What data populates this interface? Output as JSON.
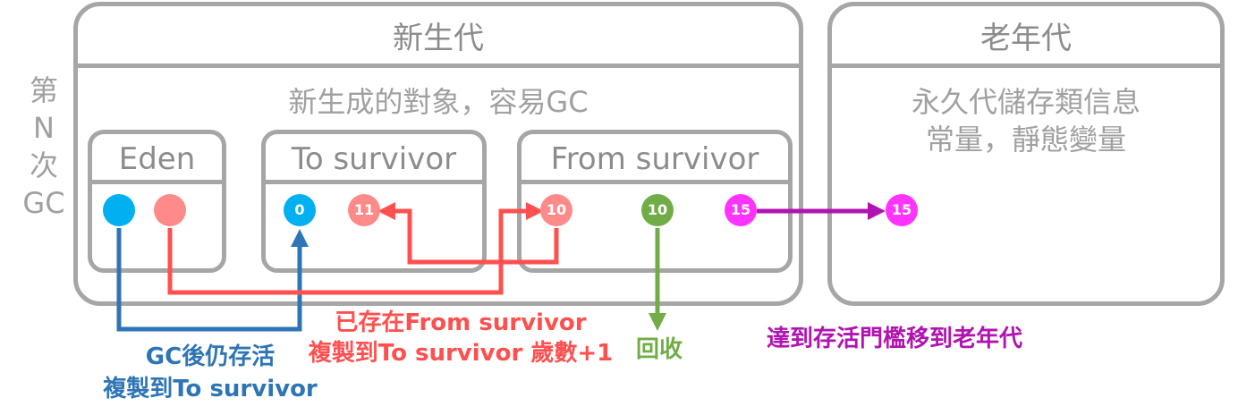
{
  "young_gen": {
    "title": "新生代",
    "subtitle": "新生成的對象，容易GC"
  },
  "old_gen": {
    "title": "老年代",
    "subtitle_line1": "永久代儲存類信息",
    "subtitle_line2": "常量，靜態變量"
  },
  "side_label": [
    "第",
    "N",
    "次",
    "GC"
  ],
  "spaces": {
    "eden": "Eden",
    "to_survivor": "To survivor",
    "from_survivor": "From survivor"
  },
  "objects": {
    "to_age0": "0",
    "to_age11": "11",
    "from_age10_red": "10",
    "from_age10_green": "10",
    "from_age15": "15",
    "old_age15": "15"
  },
  "captions": {
    "blue_line1": "GC後仍存活",
    "blue_line2": "複製到To survivor",
    "red_line1": "已存在From survivor",
    "red_line2": "複製到To survivor 歲數+1",
    "green": "回收",
    "magenta": "達到存活門檻移到老年代"
  },
  "colors": {
    "blue_dot": "#00b0f0",
    "blue_arrow": "#2e75b6",
    "red_dot": "#ff8a8a",
    "red_arrow": "#ff5050",
    "green": "#70ad47",
    "magenta_dot": "#ff33ff",
    "magenta_arrow": "#b014b0",
    "border": "#a6a6a6"
  }
}
